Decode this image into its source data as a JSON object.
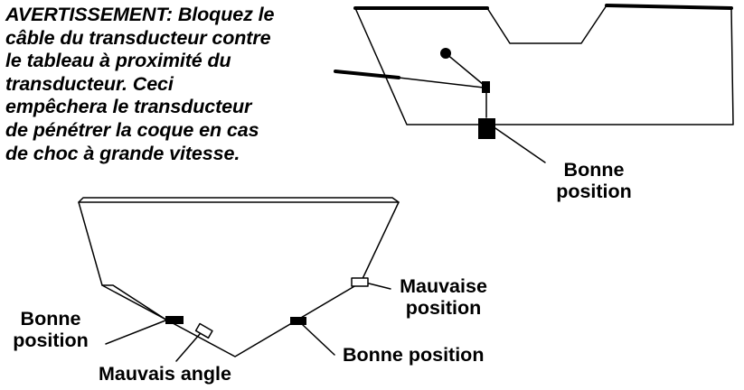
{
  "warning": {
    "lines": [
      "AVERTISSEMENT: Bloquez le",
      "câble du transducteur contre",
      "le tableau à proximité du",
      "transducteur. Ceci",
      "empêchera le transducteur",
      "de pénétrer la coque en cas",
      "de choc à grande vitesse."
    ]
  },
  "labels": {
    "top_good_position": [
      "Bonne",
      "position"
    ],
    "left_good_position": [
      "Bonne",
      "position"
    ],
    "bad_angle": "Mauvais angle",
    "right_good_position": "Bonne position",
    "bad_position": [
      "Mauvaise",
      "position"
    ]
  }
}
